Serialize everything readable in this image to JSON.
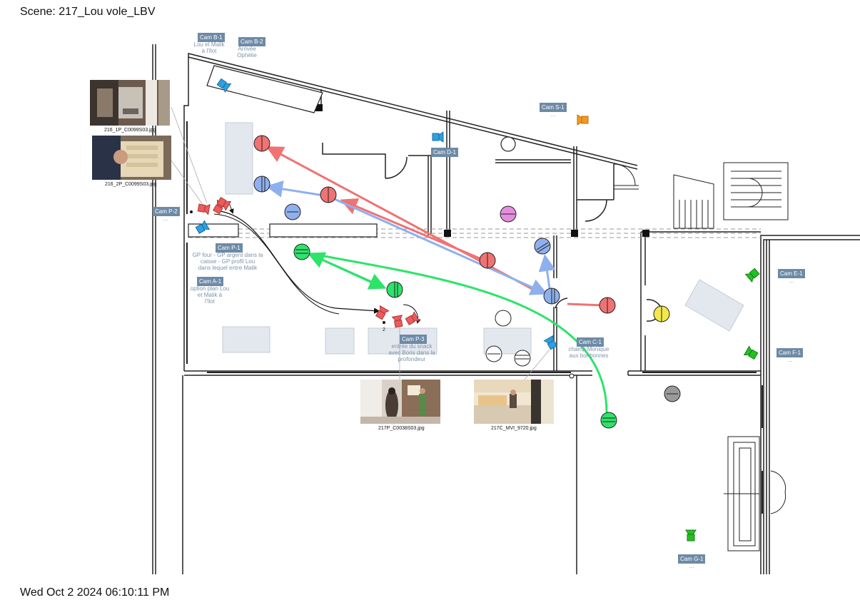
{
  "scene_title": "Scene: 217_Lou vole_LBV",
  "timestamp": "Wed Oct 2 2024 06:10:11 PM",
  "cameras": [
    {
      "id": "b1",
      "label": "Cam B-1",
      "note": "Lou et Malik\nà l'îlot"
    },
    {
      "id": "b2",
      "label": "Cam B-2",
      "note": "Arrivée\nOphélie"
    },
    {
      "id": "s1",
      "label": "Cam S-1",
      "note": "..."
    },
    {
      "id": "d1",
      "label": "Cam D-1",
      "note": ""
    },
    {
      "id": "p2",
      "label": "Cam P-2",
      "note": "..."
    },
    {
      "id": "p1",
      "label": "Cam P-1",
      "note": "GP four - GP argent dans la\ncaisse - GP profil Lou\ndans lequel entre Malik"
    },
    {
      "id": "a1",
      "label": "Cam A-1",
      "note": "option plan Lou\net Malik à\nl'îlot"
    },
    {
      "id": "p3",
      "label": "Cam P-3",
      "note": "entrée du snack\navec Boris dans la\nprofondeur"
    },
    {
      "id": "c1",
      "label": "Cam C-1",
      "note": "champ Monique\naux bonbonnes"
    },
    {
      "id": "e1",
      "label": "Cam E-1",
      "note": "..."
    },
    {
      "id": "f1",
      "label": "Cam F-1",
      "note": "..."
    },
    {
      "id": "g1",
      "label": "Cam G-1",
      "note": "..."
    }
  ],
  "thumbnails": [
    {
      "id": "t1",
      "caption": "216_1P_C0099S03.jpg"
    },
    {
      "id": "t2",
      "caption": "216_2P_C0099S03.jpg"
    },
    {
      "id": "t3",
      "caption": "217P_C0038S03.jpg"
    },
    {
      "id": "t4",
      "caption": "217C_MVI_9720.jpg"
    }
  ],
  "markers": {
    "step_2": "2"
  },
  "colors": {
    "red": "#f07272",
    "blue": "#8fb0ee",
    "green": "#2ee36a",
    "pink": "#e58ee0",
    "yellow": "#f3e84a",
    "gray": "#9a9a9a",
    "cam_blue": "#2e9fe0",
    "cam_green": "#22c122",
    "cam_orange": "#f39a1c",
    "cam_red": "#ef5a5a",
    "tag": "#6d8aa6"
  }
}
